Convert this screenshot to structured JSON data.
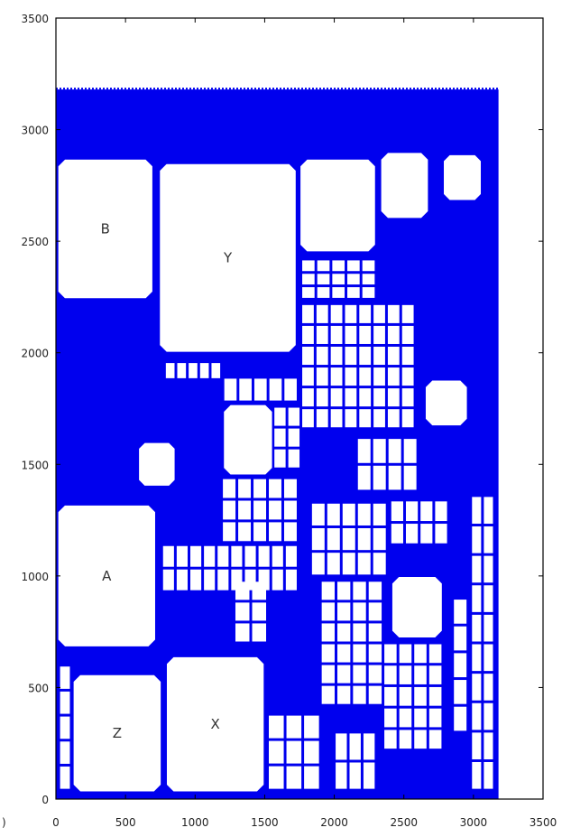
{
  "chart_data": {
    "type": "floorplan-plot",
    "xlim": [
      0,
      3500
    ],
    "ylim": [
      0,
      3500
    ],
    "x_ticks": [
      0,
      500,
      1000,
      1500,
      2000,
      2500,
      3000,
      3500
    ],
    "y_ticks": [
      0,
      500,
      1000,
      1500,
      2000,
      2500,
      3000,
      3500
    ],
    "x_tick_labels": [
      "0",
      "500",
      "1000",
      "1500",
      "2000",
      "2500",
      "3000",
      "3500"
    ],
    "y_tick_labels": [
      "0",
      "500",
      "1000",
      "1500",
      "2000",
      "2500",
      "3000",
      "3500"
    ],
    "stray_left_label": ")",
    "region": {
      "x0": 0,
      "y0": 0,
      "x1": 3180,
      "y1": 3180
    },
    "region_color": "#0000ee",
    "macros": [
      {
        "label": "B",
        "x0": 10,
        "y0": 2240,
        "x1": 700,
        "y1": 2870
      },
      {
        "label": "Y",
        "x0": 740,
        "y0": 2000,
        "x1": 1730,
        "y1": 2850
      },
      {
        "label": "",
        "x0": 1750,
        "y0": 2450,
        "x1": 2300,
        "y1": 2870
      },
      {
        "label": "",
        "x0": 2330,
        "y0": 2600,
        "x1": 2680,
        "y1": 2900
      },
      {
        "label": "",
        "x0": 2780,
        "y0": 2680,
        "x1": 3060,
        "y1": 2890
      },
      {
        "label": "",
        "x0": 2650,
        "y0": 1670,
        "x1": 2960,
        "y1": 1880
      },
      {
        "label": "",
        "x0": 1200,
        "y0": 1450,
        "x1": 1560,
        "y1": 1770
      },
      {
        "label": "",
        "x0": 590,
        "y0": 1400,
        "x1": 860,
        "y1": 1600
      },
      {
        "label": "A",
        "x0": 10,
        "y0": 680,
        "x1": 720,
        "y1": 1320
      },
      {
        "label": "",
        "x0": 2410,
        "y0": 720,
        "x1": 2780,
        "y1": 1000
      },
      {
        "label": "Z",
        "x0": 120,
        "y0": 30,
        "x1": 760,
        "y1": 560
      },
      {
        "label": "X",
        "x0": 790,
        "y0": 30,
        "x1": 1500,
        "y1": 640
      }
    ],
    "cell_grids": [
      {
        "x0": 1760,
        "y0": 2240,
        "x1": 2300,
        "y1": 2420,
        "cols": 5,
        "rows": 3
      },
      {
        "x0": 1760,
        "y0": 1660,
        "x1": 2580,
        "y1": 2220,
        "cols": 8,
        "rows": 6
      },
      {
        "x0": 780,
        "y0": 1880,
        "x1": 1190,
        "y1": 1960,
        "cols": 5,
        "rows": 1
      },
      {
        "x0": 1200,
        "y0": 1780,
        "x1": 1740,
        "y1": 1890,
        "cols": 5,
        "rows": 1
      },
      {
        "x0": 1560,
        "y0": 1480,
        "x1": 1760,
        "y1": 1760,
        "cols": 2,
        "rows": 3
      },
      {
        "x0": 2160,
        "y0": 1380,
        "x1": 2600,
        "y1": 1620,
        "cols": 4,
        "rows": 2
      },
      {
        "x0": 1190,
        "y0": 1150,
        "x1": 1740,
        "y1": 1440,
        "cols": 5,
        "rows": 3
      },
      {
        "x0": 760,
        "y0": 930,
        "x1": 1740,
        "y1": 1140,
        "cols": 10,
        "rows": 2
      },
      {
        "x0": 1830,
        "y0": 1000,
        "x1": 2380,
        "y1": 1330,
        "cols": 5,
        "rows": 3
      },
      {
        "x0": 2400,
        "y0": 1140,
        "x1": 2820,
        "y1": 1340,
        "cols": 4,
        "rows": 2
      },
      {
        "x0": 1280,
        "y0": 700,
        "x1": 1520,
        "y1": 980,
        "cols": 2,
        "rows": 3
      },
      {
        "x0": 1900,
        "y0": 420,
        "x1": 2350,
        "y1": 980,
        "cols": 4,
        "rows": 6
      },
      {
        "x0": 2350,
        "y0": 220,
        "x1": 2780,
        "y1": 700,
        "cols": 4,
        "rows": 5
      },
      {
        "x0": 1520,
        "y0": 40,
        "x1": 1900,
        "y1": 380,
        "cols": 3,
        "rows": 3
      },
      {
        "x0": 2000,
        "y0": 40,
        "x1": 2300,
        "y1": 300,
        "cols": 3,
        "rows": 2
      },
      {
        "x0": 2980,
        "y0": 40,
        "x1": 3150,
        "y1": 1360,
        "cols": 2,
        "rows": 10
      },
      {
        "x0": 20,
        "y0": 40,
        "x1": 110,
        "y1": 600,
        "cols": 1,
        "rows": 5
      },
      {
        "x0": 2850,
        "y0": 300,
        "x1": 2960,
        "y1": 900,
        "cols": 1,
        "rows": 5
      }
    ]
  }
}
